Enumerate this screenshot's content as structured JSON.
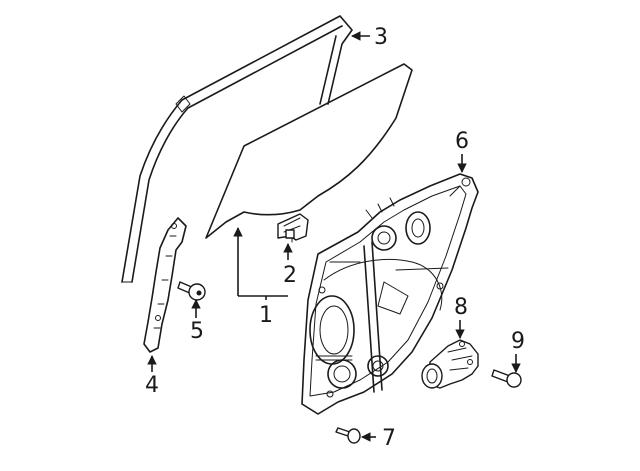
{
  "callouts": {
    "glass": "1",
    "glass_clip": "2",
    "run_channel": "3",
    "rear_channel": "4",
    "bolt_channel": "5",
    "regulator_module": "6",
    "bolt_module": "7",
    "window_motor": "8",
    "bolt_motor": "9"
  }
}
